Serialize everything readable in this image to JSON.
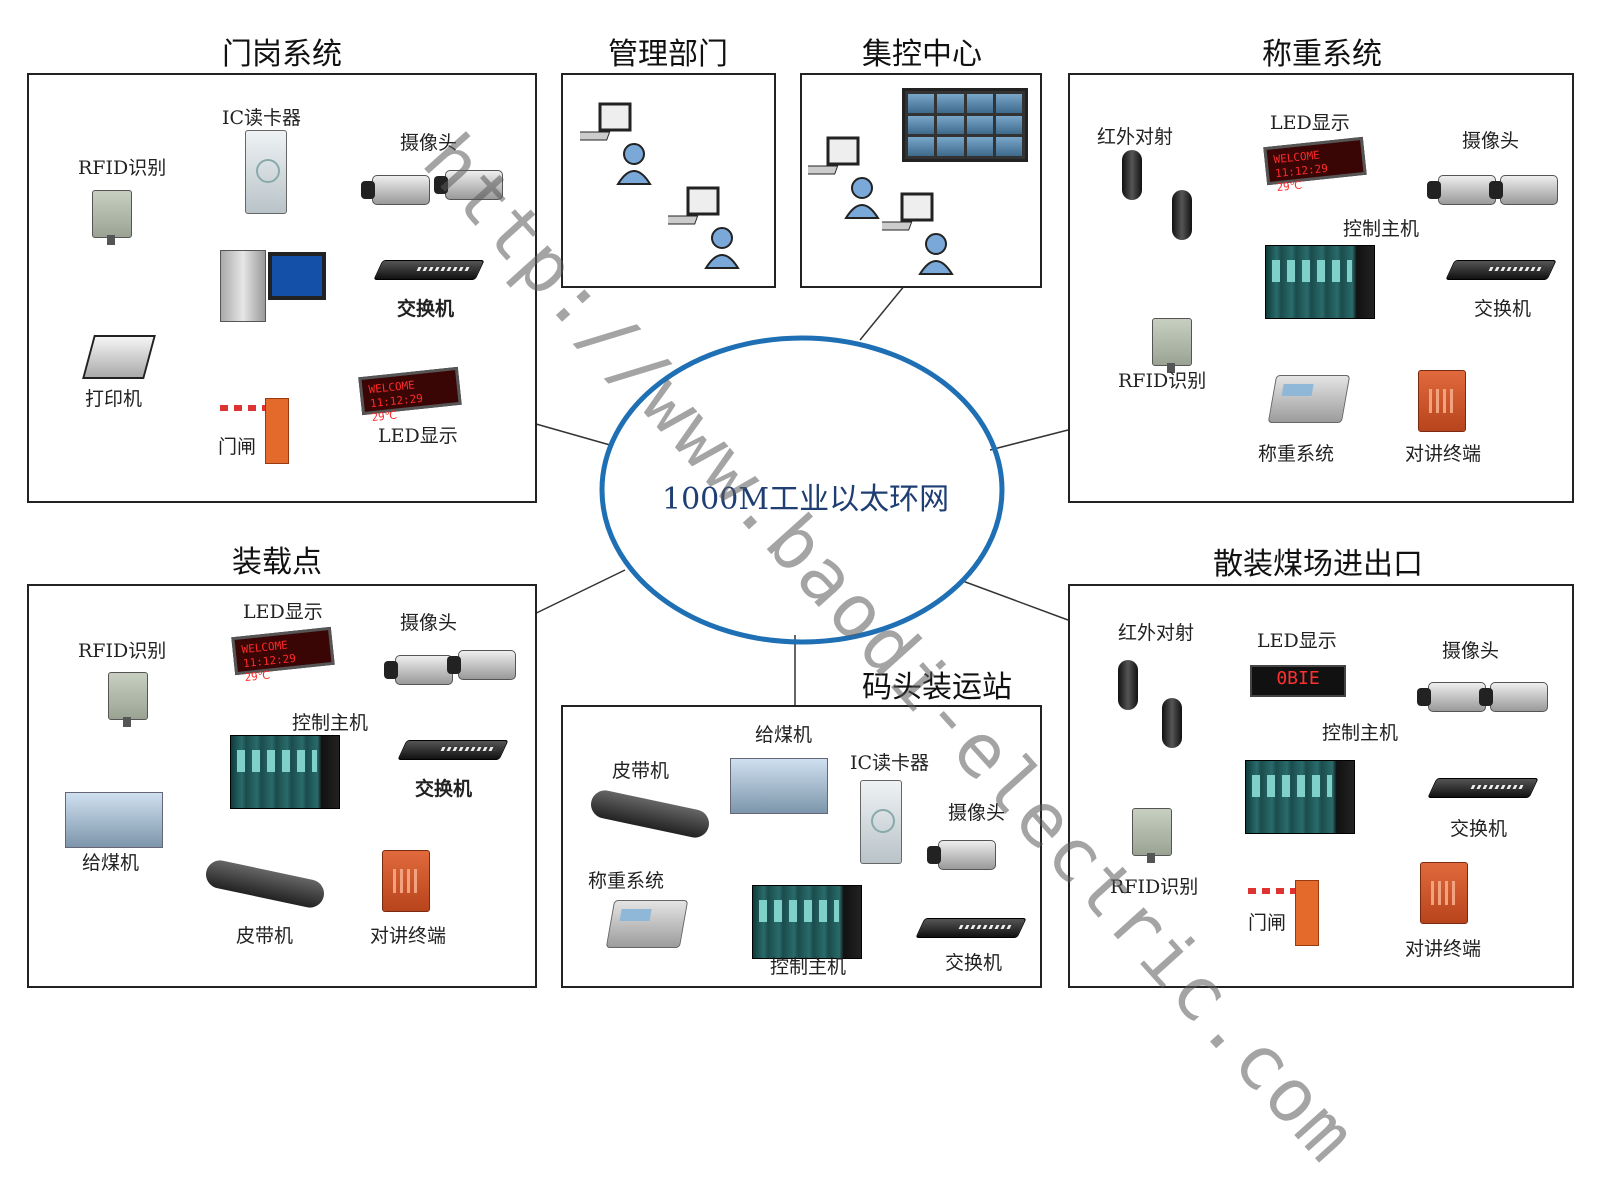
{
  "center": {
    "label": "1000M工业以太环网"
  },
  "watermark": "http://www.baodi-electric.com",
  "colors": {
    "ring": "#1f6fb4",
    "ring_text": "#1f3e73"
  },
  "panels": {
    "gate": {
      "title": "门岗系统",
      "labels": {
        "ic_reader": "IC读卡器",
        "rfid": "RFID识别",
        "camera": "摄像头",
        "switch": "交换机",
        "printer": "打印机",
        "barrier": "门闸",
        "led": "LED显示"
      },
      "led_text": "WELCOME 11:12:29 29℃"
    },
    "management": {
      "title": "管理部门"
    },
    "control_center": {
      "title": "集控中心"
    },
    "weighing": {
      "title": "称重系统",
      "labels": {
        "infrared": "红外对射",
        "led": "LED显示",
        "camera": "摄像头",
        "controller": "控制主机",
        "switch": "交换机",
        "rfid": "RFID识别",
        "scale": "称重系统",
        "intercom": "对讲终端"
      },
      "led_text": "WELCOME 11:12:29 29℃"
    },
    "loading": {
      "title": "装载点",
      "labels": {
        "led": "LED显示",
        "camera": "摄像头",
        "rfid": "RFID识别",
        "controller": "控制主机",
        "switch": "交换机",
        "feeder": "给煤机",
        "belt": "皮带机",
        "intercom": "对讲终端"
      },
      "led_text": "WELCOME 11:12:29 29℃"
    },
    "dock": {
      "title": "码头装运站",
      "labels": {
        "feeder": "给煤机",
        "belt": "皮带机",
        "ic_reader": "IC读卡器",
        "camera": "摄像头",
        "scale": "称重系统",
        "controller": "控制主机",
        "switch": "交换机"
      }
    },
    "bulk": {
      "title": "散装煤场进出口",
      "labels": {
        "infrared": "红外对射",
        "led": "LED显示",
        "camera": "摄像头",
        "controller": "控制主机",
        "switch": "交换机",
        "rfid": "RFID识别",
        "barrier": "门闸",
        "intercom": "对讲终端"
      },
      "digit_text": "0BIE"
    }
  }
}
